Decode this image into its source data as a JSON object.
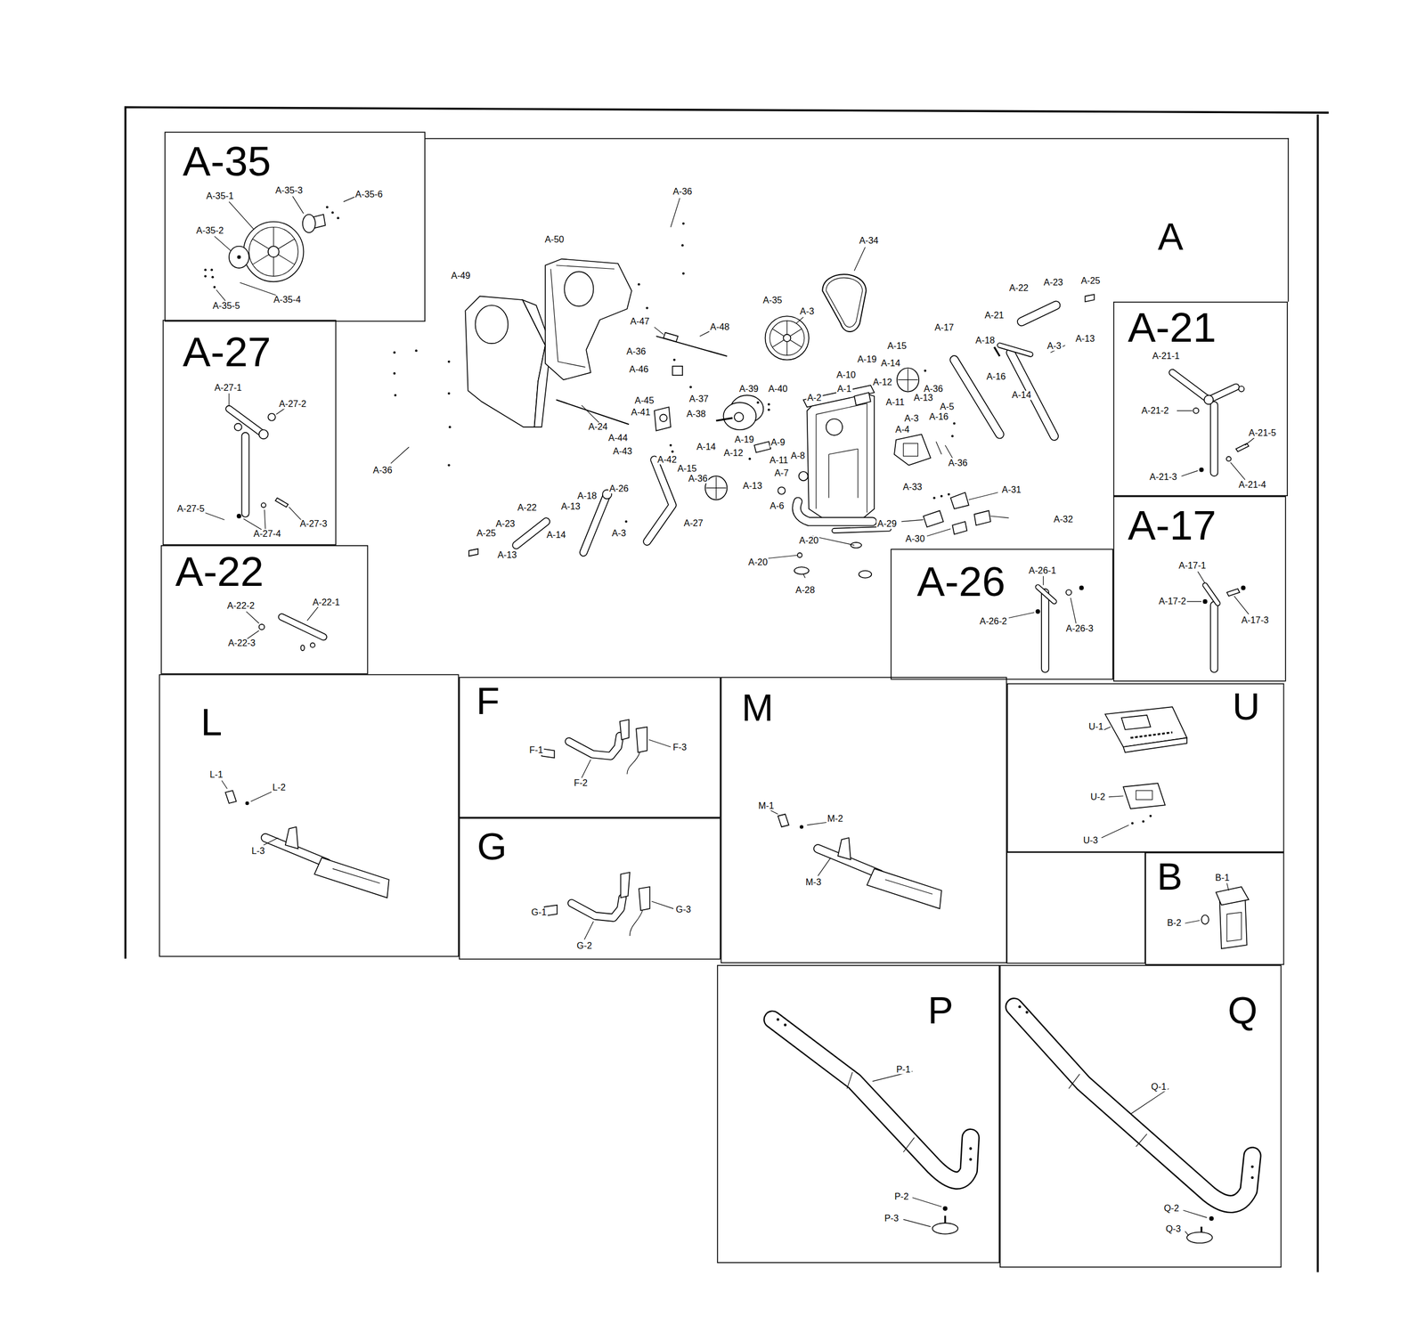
{
  "diagram": {
    "nodes": [
      {
        "text": [
          "A-35"
        ]
      },
      {
        "text": [
          "A"
        ]
      },
      {
        "text": [
          "A-27"
        ]
      },
      {
        "text": [
          "A-22"
        ]
      },
      {
        "text": [
          "A-21"
        ]
      },
      {
        "text": [
          "A-17"
        ]
      },
      {
        "text": [
          "A-26"
        ]
      },
      {
        "text": [
          "L"
        ]
      },
      {
        "text": [
          "F"
        ]
      },
      {
        "text": [
          "G"
        ]
      },
      {
        "text": [
          "M"
        ]
      },
      {
        "text": [
          "U"
        ]
      },
      {
        "text": [
          "B"
        ]
      },
      {
        "text": [
          "P"
        ]
      },
      {
        "text": [
          "Q"
        ]
      }
    ],
    "labels": [
      "A-35-1",
      "A-35-3",
      "A-35-6",
      "A-35-2",
      "A-35-5",
      "A-35-4",
      "A-27-1",
      "A-27-2",
      "A-27-5",
      "A-27-4",
      "A-27-3",
      "A-22-2",
      "A-22-1",
      "A-22-3",
      "A-36",
      "A-50",
      "A-34",
      "A-49",
      "A-22",
      "A-23",
      "A-25",
      "A-35",
      "A-3",
      "A-21",
      "A-13",
      "A-47",
      "A-48",
      "A-17",
      "A-18",
      "A-3",
      "A-15",
      "A-36",
      "A-16",
      "A-19",
      "A-14",
      "A-46",
      "A-10",
      "A-12",
      "A-36",
      "A-39",
      "A-40",
      "A-14",
      "A-1",
      "A-13",
      "A-2",
      "A-37",
      "A-45",
      "A-11",
      "A-5",
      "A-41",
      "A-38",
      "A-3",
      "A-16",
      "A-4",
      "A-44",
      "A-43",
      "A-9",
      "A-19",
      "A-14",
      "A-12",
      "A-11",
      "A-8",
      "A-42",
      "A-36",
      "A-36",
      "A-15",
      "A-7",
      "A-36",
      "A-13",
      "A-26",
      "A-18",
      "A-33",
      "A-31",
      "A-6",
      "A-22",
      "A-13",
      "A-27",
      "A-23",
      "A-29",
      "A-32",
      "A-25",
      "A-14",
      "A-3",
      "A-20",
      "A-30",
      "A-13",
      "A-20",
      "A-28",
      "A-24",
      "A-21-1",
      "A-21-2",
      "A-21-5",
      "A-21-3",
      "A-21-4",
      "A-26-1",
      "A-26-2",
      "A-26-3",
      "A-17-1",
      "A-17-2",
      "A-17-3",
      "L-1",
      "L-2",
      "L-3",
      "F-1",
      "F-3",
      "F-2",
      "G-1",
      "G-3",
      "G-2",
      "M-1",
      "M-2",
      "M-3",
      "U-1",
      "U-2",
      "U-3",
      "B-1",
      "B-2",
      "P-1",
      "P-2",
      "P-3",
      "Q-1",
      "Q-2",
      "Q-3"
    ]
  }
}
